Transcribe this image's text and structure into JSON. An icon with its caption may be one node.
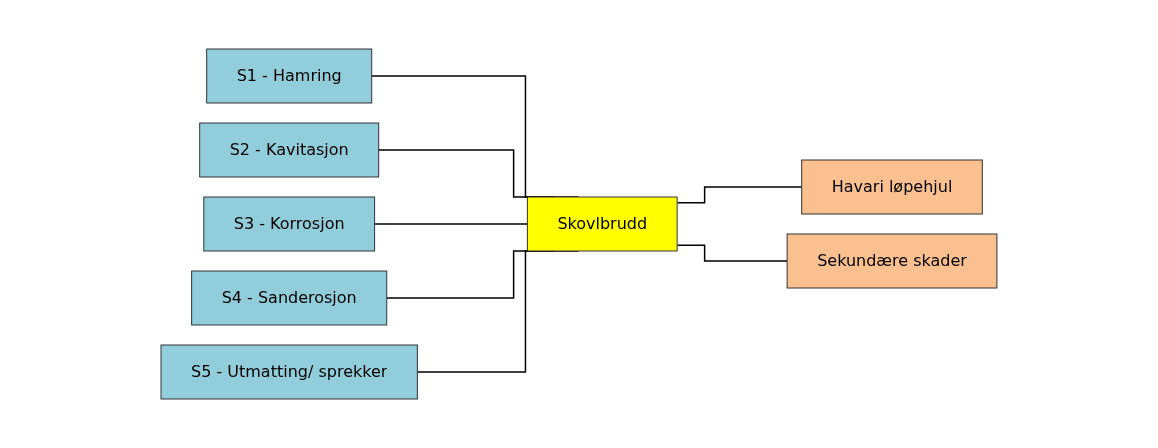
{
  "diagram": {
    "nodes": [
      {
        "text": [
          "S1 - Hamring"
        ]
      },
      {
        "text": [
          "S2 - Kavitasjon"
        ]
      },
      {
        "text": [
          "S3 - Korrosjon"
        ]
      },
      {
        "text": [
          "S4 - Sanderosjon"
        ]
      },
      {
        "text": [
          "S5 - Utmatting/ sprekker"
        ]
      },
      {
        "text": [
          "Skovlbrudd"
        ]
      },
      {
        "text": [
          "Havari løpehjul"
        ]
      },
      {
        "text": [
          "Sekundære skader"
        ]
      }
    ],
    "edges": [
      {
        "from": 0,
        "to": 5,
        "arrow": "none"
      },
      {
        "from": 1,
        "to": 5,
        "arrow": "none"
      },
      {
        "from": 2,
        "to": 5,
        "arrow": "none"
      },
      {
        "from": 3,
        "to": 5,
        "arrow": "none"
      },
      {
        "from": 4,
        "to": 5,
        "arrow": "none"
      },
      {
        "from": 5,
        "to": 6,
        "arrow": "none"
      },
      {
        "from": 5,
        "to": 7,
        "arrow": "none"
      }
    ]
  }
}
